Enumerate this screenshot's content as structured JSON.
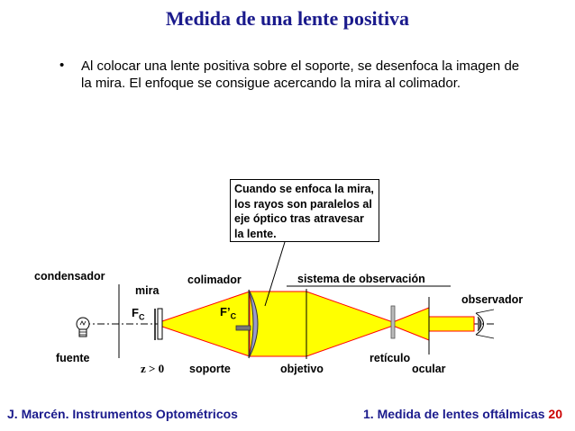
{
  "title": "Medida de una lente positiva",
  "bullet_symbol": "•",
  "bullet_text": "Al colocar una lente positiva sobre el soporte, se desenfoca la imagen de la mira. El enfoque se consigue acercando la mira al colimador.",
  "callout": "Cuando se enfoca la mira, los rayos son paralelos al eje óptico tras atravesar la lente.",
  "labels": {
    "condensador": "condensador",
    "mira": "mira",
    "colimador": "colimador",
    "sistema": "sistema de observación",
    "observador": "observador",
    "fuente": "fuente",
    "soporte": "soporte",
    "objetivo": "objetivo",
    "reticulo": "retículo",
    "ocular": "ocular",
    "fc_main": "F",
    "fc_sub": "C",
    "fpc_main": "F’",
    "fpc_sub": "C",
    "z": "z > 0"
  },
  "footer": {
    "left": "J. Marcén. Instrumentos Optométricos",
    "right": "1. Medida de lentes oftálmicas",
    "page": "20"
  },
  "colors": {
    "title": "#1a1a8c",
    "beam_fill": "#ffff00",
    "beam_stroke": "#ff0000",
    "lens": "#9999cc",
    "page_number": "#cc0000"
  }
}
